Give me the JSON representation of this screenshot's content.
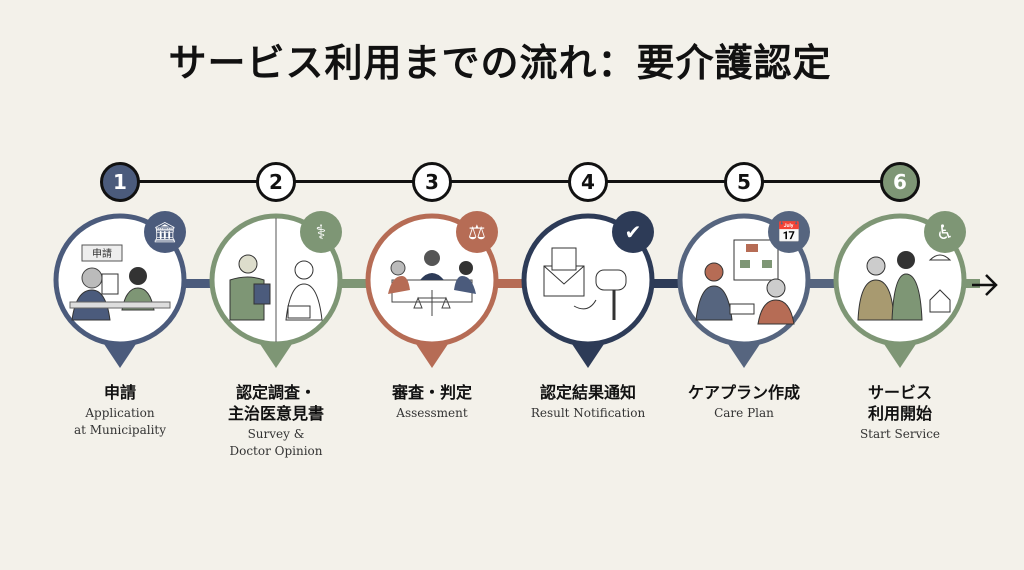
{
  "title": "サービス利用までの流れ：要介護認定",
  "sign_text": "申請",
  "colors": {
    "background": "#f3f1ea",
    "navy": "#4b5b7c",
    "green": "#7e9675",
    "terracotta": "#b66c55",
    "dark_navy": "#2d3b57"
  },
  "steps": [
    {
      "num": "1",
      "ja": [
        "申請"
      ],
      "en": [
        "Application",
        "at Municipality"
      ],
      "color": "#4b5b7c",
      "filled": true,
      "badge_icon": "city-hall-icon",
      "badge_glyph": "🏛"
    },
    {
      "num": "2",
      "ja": [
        "認定調査・",
        "主治医意見書"
      ],
      "en": [
        "Survey &",
        "Doctor Opinion"
      ],
      "color": "#7e9675",
      "filled": false,
      "badge_icon": "stethoscope-icon",
      "badge_glyph": "⚕"
    },
    {
      "num": "3",
      "ja": [
        "審査・判定"
      ],
      "en": [
        "Assessment"
      ],
      "color": "#b66c55",
      "filled": false,
      "badge_icon": "gavel-icon",
      "badge_glyph": "⚖"
    },
    {
      "num": "4",
      "ja": [
        "認定結果通知"
      ],
      "en": [
        "Result Notification"
      ],
      "color": "#2d3b57",
      "filled": false,
      "badge_icon": "checkmark-icon",
      "badge_glyph": "✔"
    },
    {
      "num": "5",
      "ja": [
        "ケアプラン作成"
      ],
      "en": [
        "Care Plan"
      ],
      "color": "#56657f",
      "filled": false,
      "badge_icon": "calendar-icon",
      "badge_glyph": "📅"
    },
    {
      "num": "6",
      "ja": [
        "サービス",
        "利用開始"
      ],
      "en": [
        "Start Service"
      ],
      "color": "#7e9675",
      "filled": true,
      "badge_icon": "caregiver-icon",
      "badge_glyph": "♿"
    }
  ]
}
